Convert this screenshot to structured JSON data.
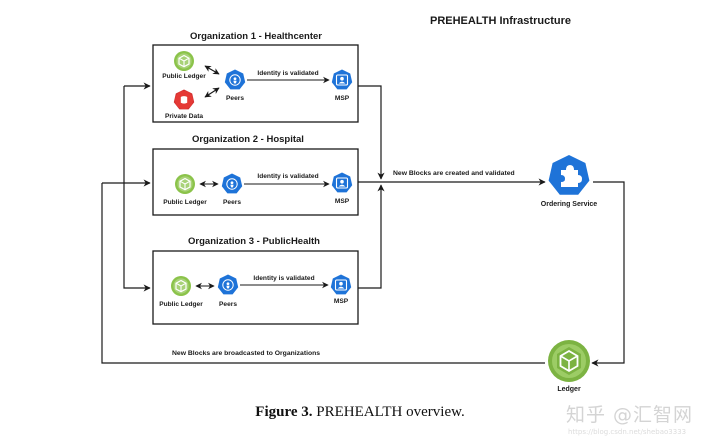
{
  "diagram": {
    "title": "PREHEALTH Infrastructure",
    "organizations": [
      {
        "title": "Organization 1 - Healthcenter",
        "nodes": {
          "public_ledger": "Public Ledger",
          "private_data": "Private Data",
          "peers": "Peers",
          "msp": "MSP"
        },
        "edge_label": "Identity is validated"
      },
      {
        "title": "Organization 2 - Hospital",
        "nodes": {
          "public_ledger": "Public Ledger",
          "peers": "Peers",
          "msp": "MSP"
        },
        "edge_label": "Identity is validated"
      },
      {
        "title": "Organization 3 - PublicHealth",
        "nodes": {
          "public_ledger": "Public Ledger",
          "peers": "Peers",
          "msp": "MSP"
        },
        "edge_label": "Identity is validated"
      }
    ],
    "ordering_service": "Ordering Service",
    "ledger": "Ledger",
    "edge_created": "New Blocks are created and validated",
    "edge_broadcast": "New Blocks are broadcasted to Organizations",
    "colors": {
      "ledger_green": "#7cb342",
      "ledger_green_light": "#9ccc65",
      "peer_blue": "#1e73d8",
      "private_red": "#d32f2f",
      "line": "#1a1a1a"
    }
  },
  "caption": {
    "label": "Figure 3.",
    "text": " PREHEALTH overview."
  },
  "watermark": {
    "text": "知乎 @汇智网",
    "url": "https://blog.csdn.net/shebao3333"
  }
}
